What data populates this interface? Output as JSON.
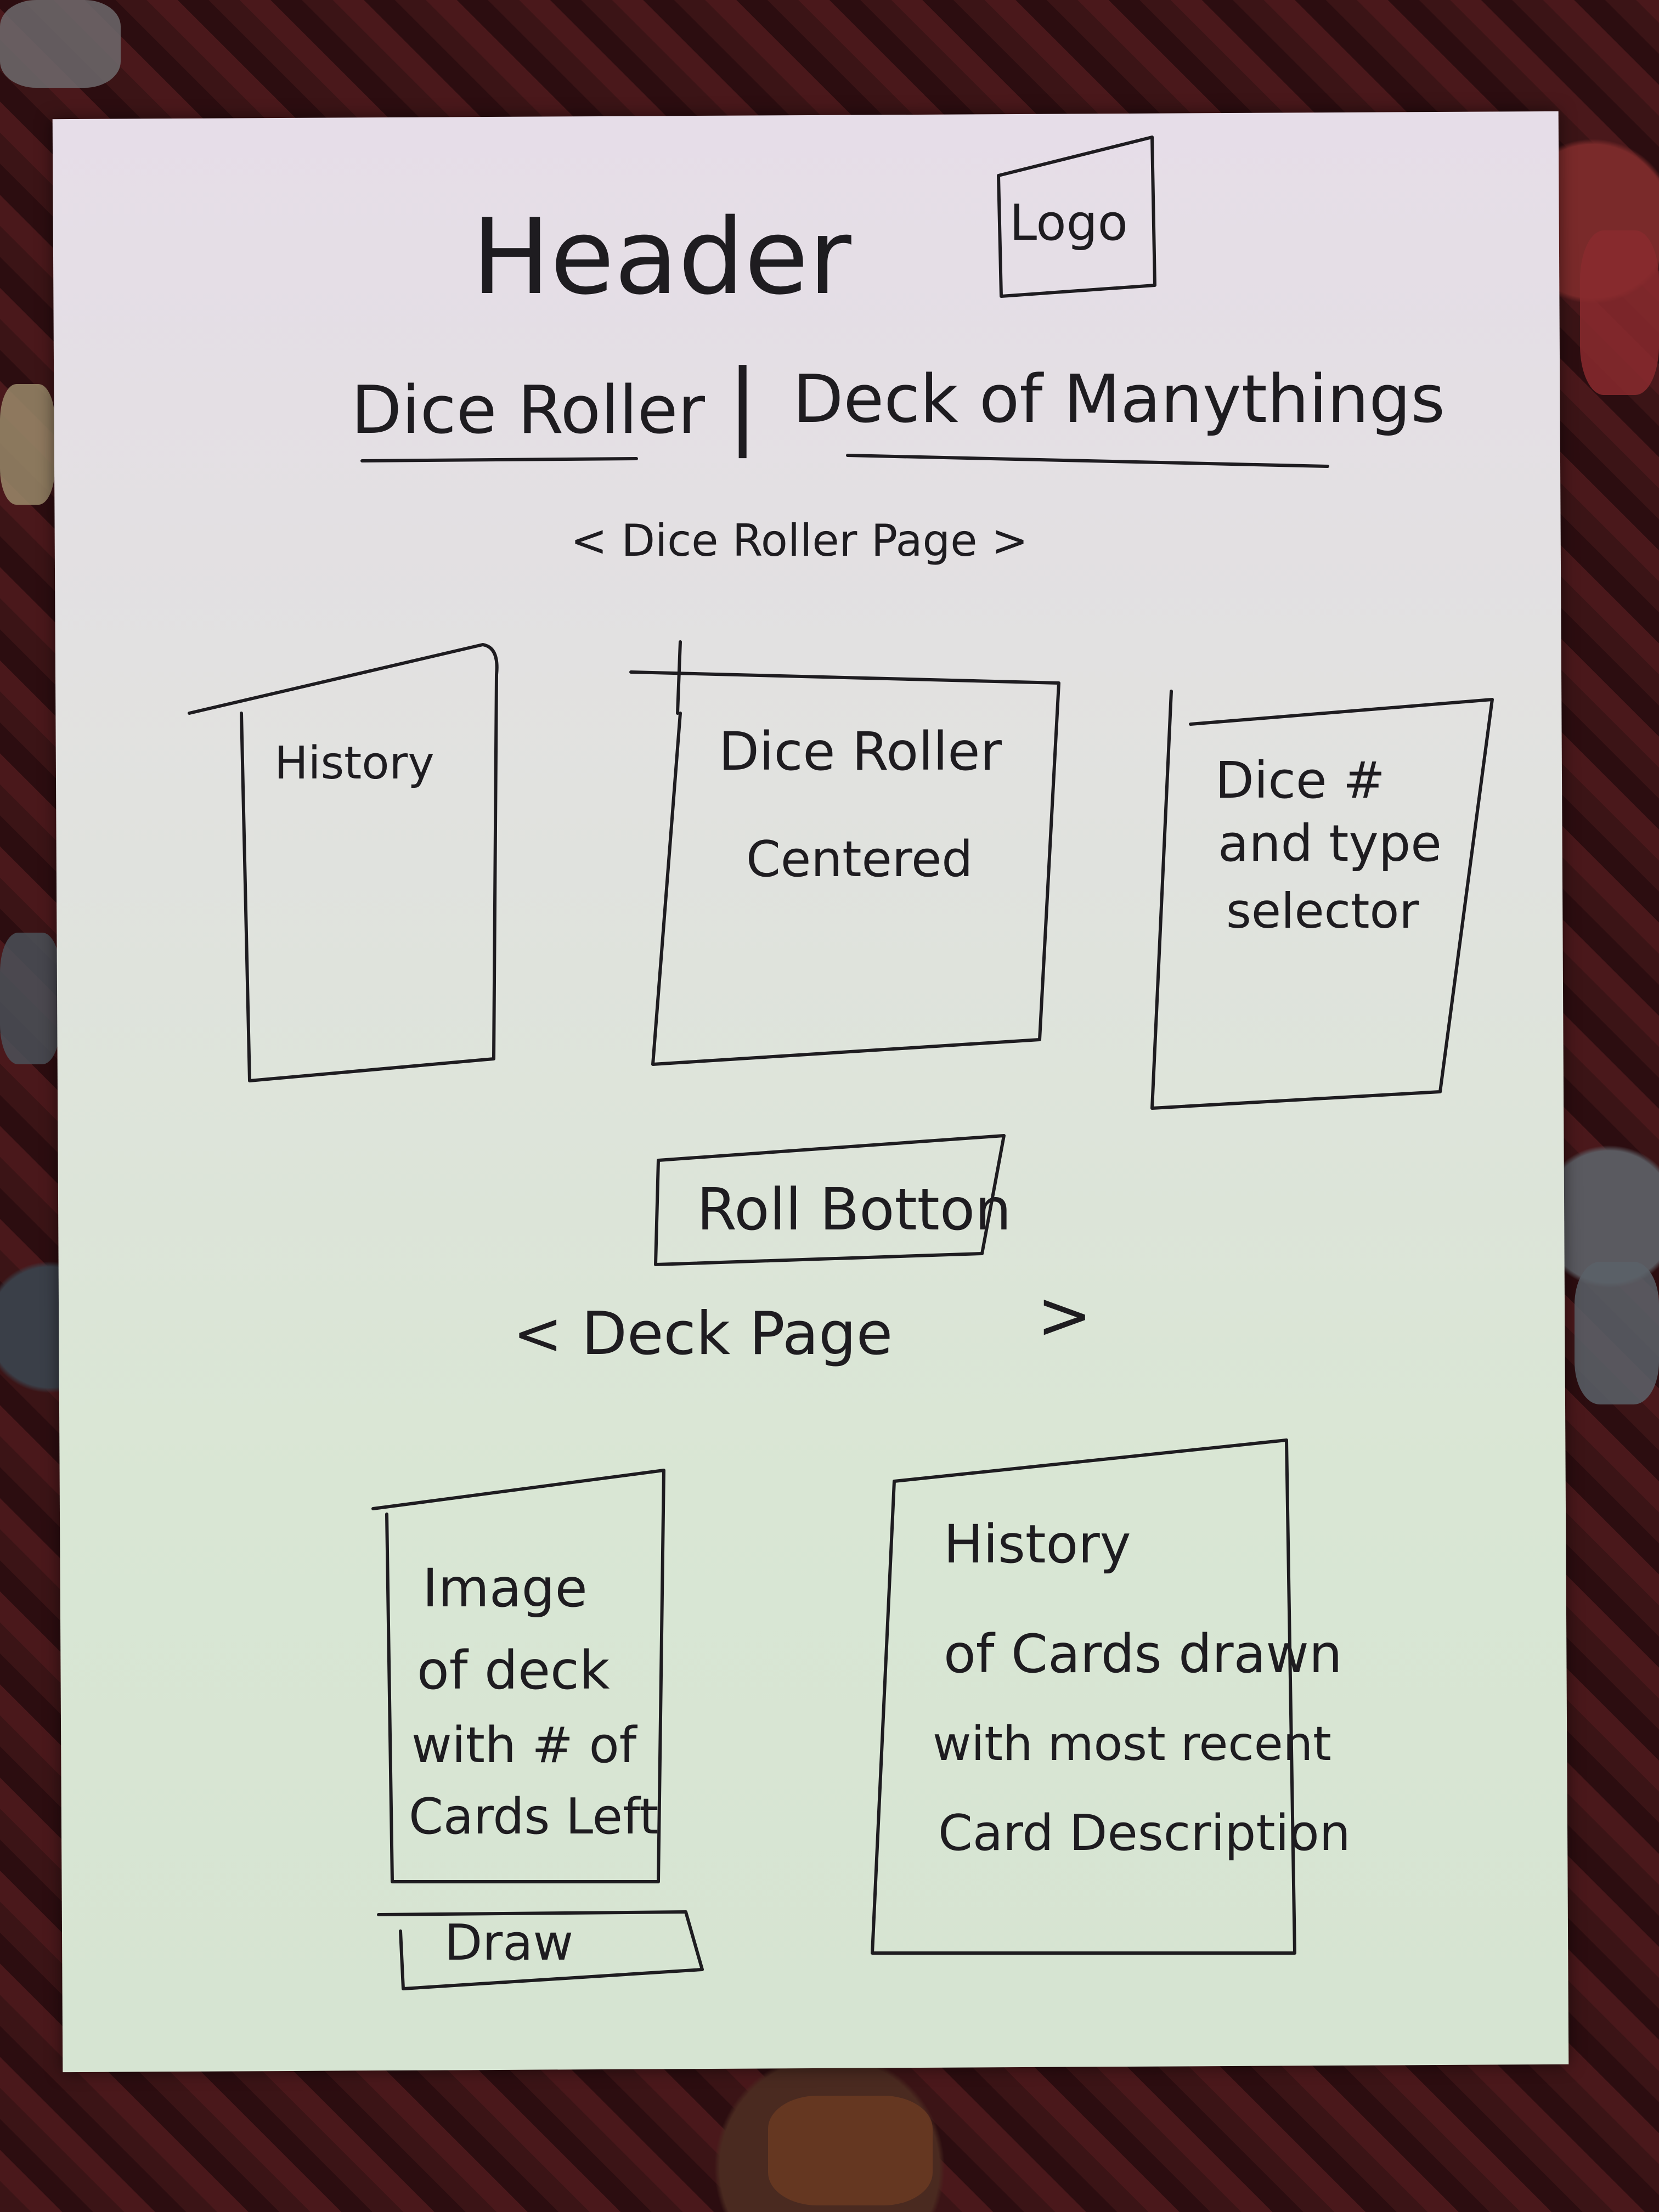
{
  "header": {
    "title": "Header",
    "logo_label": "Logo"
  },
  "nav": {
    "dice_roller": "Dice Roller",
    "separator": "|",
    "deck": "Deck of Manythings"
  },
  "dice_page": {
    "heading": "< Dice Roller Page >",
    "history_box": "History",
    "center_box_line1": "Dice Roller",
    "center_box_line2": "Centered",
    "selector_line1": "Dice #",
    "selector_line2": "and type",
    "selector_line3": "selector",
    "roll_button": "Roll Botton"
  },
  "deck_page": {
    "heading_left": "< Deck Page",
    "heading_right": ">",
    "deck_box_line1": "Image",
    "deck_box_line2": "of deck",
    "deck_box_line3": "with # of",
    "deck_box_line4": "Cards Left",
    "draw_button": "Draw",
    "history_line1": "History",
    "history_line2": "of Cards drawn",
    "history_line3": "with most recent",
    "history_line4": "Card Description"
  },
  "colors": {
    "ink": "#1e1c20",
    "paper": "#dfe3dc",
    "carpet": "#3b1416"
  }
}
